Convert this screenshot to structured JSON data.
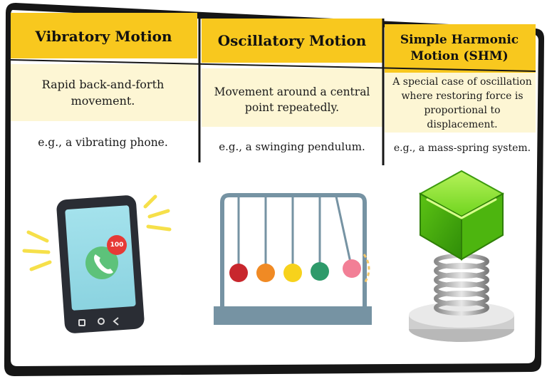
{
  "columns": [
    {
      "id": "vibratory",
      "header": "Vibratory Motion",
      "description": "Rapid back-and-forth movement.",
      "example": "e.g., a vibrating phone."
    },
    {
      "id": "oscillatory",
      "header": "Oscillatory Motion",
      "description": "Movement around a central point repeatedly.",
      "example": "e.g., a swinging pendulum."
    },
    {
      "id": "shm",
      "header": "Simple Harmonic Motion (SHM)",
      "description": "A special case of oscillation where restoring force is proportional to displacement.",
      "example": "e.g., a mass-spring system."
    }
  ],
  "illustrations": {
    "phone": {
      "icon": "phone-call-icon",
      "badge": "100"
    },
    "pendulum": {
      "icon": "newtons-cradle-icon",
      "ball_colors": [
        "#c8272d",
        "#f08a24",
        "#f7d21c",
        "#2e9a6a",
        "#f27f96"
      ]
    },
    "spring": {
      "icon": "green-cube-on-spring-icon"
    }
  },
  "colors": {
    "header": "#f8c81e",
    "description": "#fdf6d4",
    "frame": "#161616"
  }
}
